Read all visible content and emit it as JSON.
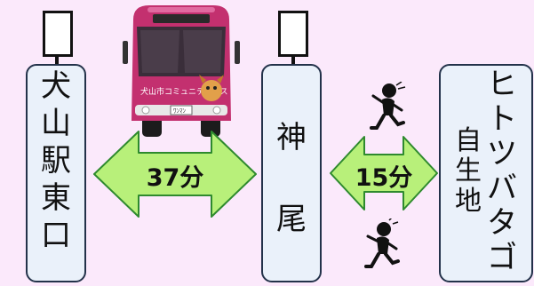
{
  "stops": [
    {
      "name_chars": [
        "犬",
        "山",
        "駅",
        "東",
        "口"
      ]
    },
    {
      "name_chars": [
        "神",
        "尾"
      ]
    },
    {
      "name_line1": [
        "ヒ",
        "ト",
        "ツ",
        "バ",
        "タ",
        "ゴ"
      ],
      "name_line2": [
        "自",
        "生",
        "地"
      ]
    }
  ],
  "segments": [
    {
      "duration": "37分",
      "mode": "bus"
    },
    {
      "duration": "15分",
      "mode": "walk"
    }
  ],
  "bus": {
    "side_text": "犬山市コミュニティバス",
    "plate": "ﾜﾝﾏﾝ"
  },
  "colors": {
    "background": "#fbe9fb",
    "box_fill": "#eaf1fa",
    "arrow_green": "#b8f07a",
    "bus_pink": "#c3306f"
  }
}
